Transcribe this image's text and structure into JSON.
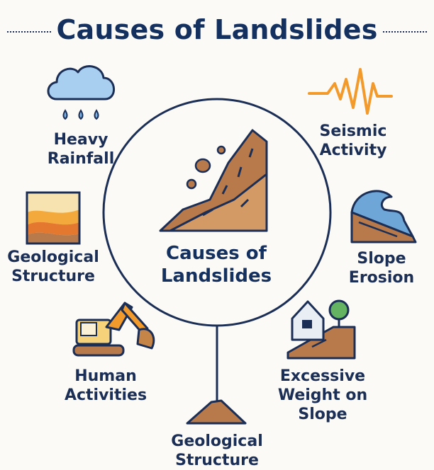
{
  "title": "Causes of Landslides",
  "center": {
    "line1": "Causes of",
    "line2": "Landslides"
  },
  "causes": [
    {
      "line1": "Heavy",
      "line2": "Rainfall",
      "icon": "rain-cloud-icon"
    },
    {
      "line1": "Seismic",
      "line2": "Activity",
      "icon": "seismic-wave-icon"
    },
    {
      "line1": "Geological",
      "line2": "Structure",
      "icon": "rock-layers-icon"
    },
    {
      "line1": "Slope",
      "line2": "Erosion",
      "icon": "wave-erosion-icon"
    },
    {
      "line1": "Human",
      "line2": "Activities",
      "icon": "excavator-icon"
    },
    {
      "line1": "Excessive",
      "line2": "Weight on",
      "line3": "Slope",
      "icon": "house-on-slope-icon"
    },
    {
      "line1": "Geological",
      "line2": "Structure",
      "icon": "soil-mound-icon"
    }
  ],
  "colors": {
    "navy": "#1b2e55",
    "soil": "#b87a4a",
    "soil_light": "#d49a66",
    "rain_blue": "#a8cff0",
    "seismic_orange": "#f39a2c",
    "background": "#fbfaf6"
  }
}
